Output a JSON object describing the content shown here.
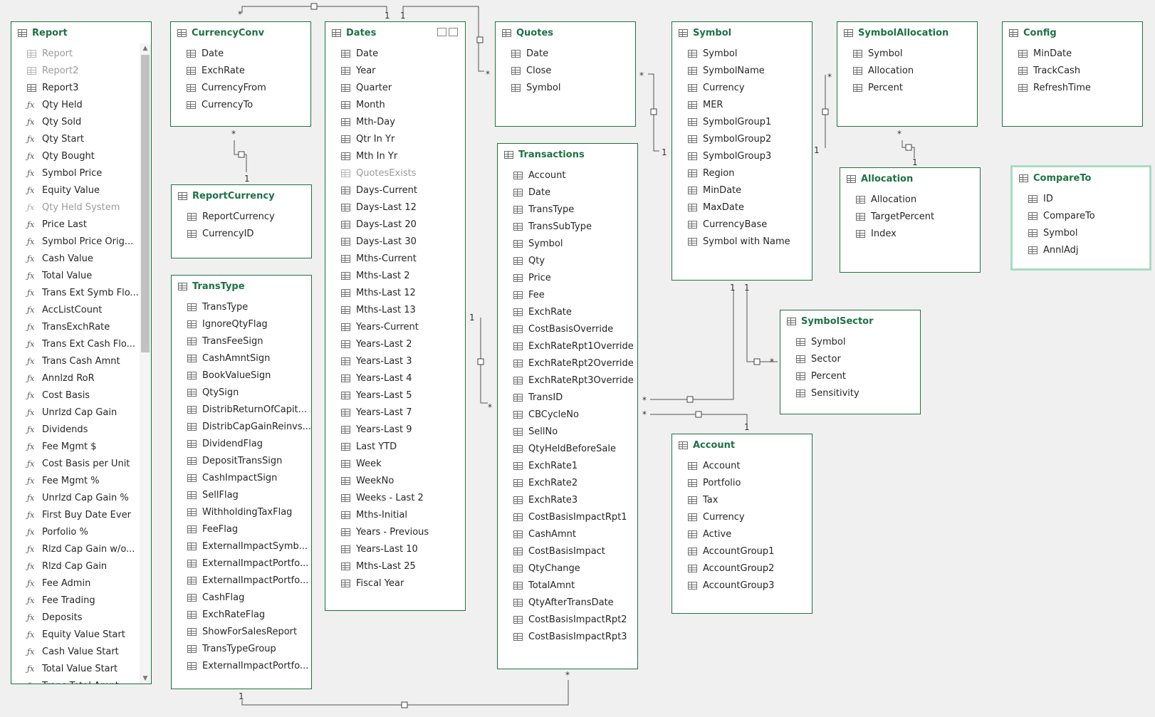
{
  "tables": {
    "report": {
      "title": "Report",
      "fields": [
        {
          "name": "Report",
          "kind": "table",
          "hidden": true
        },
        {
          "name": "Report2",
          "kind": "table",
          "hidden": true
        },
        {
          "name": "Report3",
          "kind": "table",
          "hidden": false
        },
        {
          "name": "Qty Held",
          "kind": "measure",
          "hidden": false
        },
        {
          "name": "Qty Sold",
          "kind": "measure",
          "hidden": false
        },
        {
          "name": "Qty Start",
          "kind": "measure",
          "hidden": false
        },
        {
          "name": "Qty Bought",
          "kind": "measure",
          "hidden": false
        },
        {
          "name": "Symbol Price",
          "kind": "measure",
          "hidden": false
        },
        {
          "name": "Equity Value",
          "kind": "measure",
          "hidden": false
        },
        {
          "name": "Qty Held System",
          "kind": "measure",
          "hidden": true
        },
        {
          "name": "Price Last",
          "kind": "measure",
          "hidden": false
        },
        {
          "name": "Symbol Price Orig...",
          "kind": "measure",
          "hidden": false
        },
        {
          "name": "Cash Value",
          "kind": "measure",
          "hidden": false
        },
        {
          "name": "Total Value",
          "kind": "measure",
          "hidden": false
        },
        {
          "name": "Trans Ext Symb Flo...",
          "kind": "measure",
          "hidden": false
        },
        {
          "name": "AccListCount",
          "kind": "measure",
          "hidden": false
        },
        {
          "name": "TransExchRate",
          "kind": "measure",
          "hidden": false
        },
        {
          "name": "Trans Ext Cash Flo...",
          "kind": "measure",
          "hidden": false
        },
        {
          "name": "Trans Cash Amnt",
          "kind": "measure",
          "hidden": false
        },
        {
          "name": "Annlzd RoR",
          "kind": "measure",
          "hidden": false
        },
        {
          "name": "Cost Basis",
          "kind": "measure",
          "hidden": false
        },
        {
          "name": "Unrlzd Cap Gain",
          "kind": "measure",
          "hidden": false
        },
        {
          "name": "Dividends",
          "kind": "measure",
          "hidden": false
        },
        {
          "name": "Fee Mgmt $",
          "kind": "measure",
          "hidden": false
        },
        {
          "name": "Cost Basis per Unit",
          "kind": "measure",
          "hidden": false
        },
        {
          "name": "Fee Mgmt %",
          "kind": "measure",
          "hidden": false
        },
        {
          "name": "Unrlzd Cap Gain %",
          "kind": "measure",
          "hidden": false
        },
        {
          "name": "First Buy Date Ever",
          "kind": "measure",
          "hidden": false
        },
        {
          "name": "Porfolio %",
          "kind": "measure",
          "hidden": false
        },
        {
          "name": "Rlzd Cap Gain w/o...",
          "kind": "measure",
          "hidden": false
        },
        {
          "name": "Rlzd Cap Gain",
          "kind": "measure",
          "hidden": false
        },
        {
          "name": "Fee Admin",
          "kind": "measure",
          "hidden": false
        },
        {
          "name": "Fee Trading",
          "kind": "measure",
          "hidden": false
        },
        {
          "name": "Deposits",
          "kind": "measure",
          "hidden": false
        },
        {
          "name": "Equity Value Start",
          "kind": "measure",
          "hidden": false
        },
        {
          "name": "Cash Value Start",
          "kind": "measure",
          "hidden": false
        },
        {
          "name": "Total Value Start",
          "kind": "measure",
          "hidden": false
        },
        {
          "name": "Trans Total Amnt",
          "kind": "measure",
          "hidden": false
        }
      ]
    },
    "currencyconv": {
      "title": "CurrencyConv",
      "fields": [
        {
          "name": "Date",
          "kind": "column"
        },
        {
          "name": "ExchRate",
          "kind": "column"
        },
        {
          "name": "CurrencyFrom",
          "kind": "column"
        },
        {
          "name": "CurrencyTo",
          "kind": "column"
        }
      ]
    },
    "reportcurrency": {
      "title": "ReportCurrency",
      "fields": [
        {
          "name": "ReportCurrency",
          "kind": "column"
        },
        {
          "name": "CurrencyID",
          "kind": "column"
        }
      ]
    },
    "transtype": {
      "title": "TransType",
      "fields": [
        {
          "name": "TransType",
          "kind": "column"
        },
        {
          "name": "IgnoreQtyFlag",
          "kind": "column"
        },
        {
          "name": "TransFeeSign",
          "kind": "column"
        },
        {
          "name": "CashAmntSign",
          "kind": "column"
        },
        {
          "name": "BookValueSign",
          "kind": "column"
        },
        {
          "name": "QtySign",
          "kind": "column"
        },
        {
          "name": "DistribReturnOfCapit...",
          "kind": "column"
        },
        {
          "name": "DistribCapGainReinvs...",
          "kind": "column"
        },
        {
          "name": "DividendFlag",
          "kind": "column"
        },
        {
          "name": "DepositTransSign",
          "kind": "column"
        },
        {
          "name": "CashImpactSign",
          "kind": "column"
        },
        {
          "name": "SellFlag",
          "kind": "column"
        },
        {
          "name": "WithholdingTaxFlag",
          "kind": "column"
        },
        {
          "name": "FeeFlag",
          "kind": "column"
        },
        {
          "name": "ExternalImpactSymb...",
          "kind": "column"
        },
        {
          "name": "ExternalImpactPortfo...",
          "kind": "column"
        },
        {
          "name": "ExternalImpactPortfo...",
          "kind": "column"
        },
        {
          "name": "CashFlag",
          "kind": "column"
        },
        {
          "name": "ExchRateFlag",
          "kind": "column"
        },
        {
          "name": "ShowForSalesReport",
          "kind": "column"
        },
        {
          "name": "TransTypeGroup",
          "kind": "column"
        },
        {
          "name": "ExternalImpactPortfo...",
          "kind": "column"
        }
      ]
    },
    "dates": {
      "title": "Dates",
      "fields": [
        {
          "name": "Date",
          "kind": "column"
        },
        {
          "name": "Year",
          "kind": "column"
        },
        {
          "name": "Quarter",
          "kind": "column"
        },
        {
          "name": "Month",
          "kind": "column"
        },
        {
          "name": "Mth-Day",
          "kind": "column"
        },
        {
          "name": "Qtr In Yr",
          "kind": "column"
        },
        {
          "name": "Mth In Yr",
          "kind": "column"
        },
        {
          "name": "QuotesExists",
          "kind": "column",
          "hidden": true
        },
        {
          "name": "Days-Current",
          "kind": "column"
        },
        {
          "name": "Days-Last 12",
          "kind": "column"
        },
        {
          "name": "Days-Last 20",
          "kind": "column"
        },
        {
          "name": "Days-Last 30",
          "kind": "column"
        },
        {
          "name": "Mths-Current",
          "kind": "column"
        },
        {
          "name": "Mths-Last  2",
          "kind": "column"
        },
        {
          "name": "Mths-Last 12",
          "kind": "column"
        },
        {
          "name": "Mths-Last 13",
          "kind": "column"
        },
        {
          "name": "Years-Current",
          "kind": "column"
        },
        {
          "name": "Years-Last 2",
          "kind": "column"
        },
        {
          "name": "Years-Last 3",
          "kind": "column"
        },
        {
          "name": "Years-Last 4",
          "kind": "column"
        },
        {
          "name": "Years-Last 5",
          "kind": "column"
        },
        {
          "name": "Years-Last 7",
          "kind": "column"
        },
        {
          "name": "Years-Last 9",
          "kind": "column"
        },
        {
          "name": "Last YTD",
          "kind": "column"
        },
        {
          "name": "Week",
          "kind": "column"
        },
        {
          "name": "WeekNo",
          "kind": "column"
        },
        {
          "name": "Weeks - Last  2",
          "kind": "column"
        },
        {
          "name": "Mths-Initial",
          "kind": "column"
        },
        {
          "name": "Years - Previous",
          "kind": "column"
        },
        {
          "name": "Years-Last 10",
          "kind": "column"
        },
        {
          "name": "Mths-Last 25",
          "kind": "column"
        },
        {
          "name": "Fiscal Year",
          "kind": "column"
        }
      ]
    },
    "quotes": {
      "title": "Quotes",
      "fields": [
        {
          "name": "Date",
          "kind": "column"
        },
        {
          "name": "Close",
          "kind": "column"
        },
        {
          "name": "Symbol",
          "kind": "column"
        }
      ]
    },
    "transactions": {
      "title": "Transactions",
      "fields": [
        {
          "name": "Account",
          "kind": "column"
        },
        {
          "name": "Date",
          "kind": "column"
        },
        {
          "name": "TransType",
          "kind": "column"
        },
        {
          "name": "TransSubType",
          "kind": "column"
        },
        {
          "name": "Symbol",
          "kind": "column"
        },
        {
          "name": "Qty",
          "kind": "column"
        },
        {
          "name": "Price",
          "kind": "column"
        },
        {
          "name": "Fee",
          "kind": "column"
        },
        {
          "name": "ExchRate",
          "kind": "column"
        },
        {
          "name": "CostBasisOverride",
          "kind": "column"
        },
        {
          "name": "ExchRateRpt1Override",
          "kind": "column"
        },
        {
          "name": "ExchRateRpt2Override",
          "kind": "column"
        },
        {
          "name": "ExchRateRpt3Override",
          "kind": "column"
        },
        {
          "name": "TransID",
          "kind": "column"
        },
        {
          "name": "CBCycleNo",
          "kind": "column"
        },
        {
          "name": "SellNo",
          "kind": "column"
        },
        {
          "name": "QtyHeldBeforeSale",
          "kind": "column"
        },
        {
          "name": "ExchRate1",
          "kind": "column"
        },
        {
          "name": "ExchRate2",
          "kind": "column"
        },
        {
          "name": "ExchRate3",
          "kind": "column"
        },
        {
          "name": "CostBasisImpactRpt1",
          "kind": "column"
        },
        {
          "name": "CashAmnt",
          "kind": "column"
        },
        {
          "name": "CostBasisImpact",
          "kind": "column"
        },
        {
          "name": "QtyChange",
          "kind": "column"
        },
        {
          "name": "TotalAmnt",
          "kind": "column"
        },
        {
          "name": "QtyAfterTransDate",
          "kind": "column"
        },
        {
          "name": "CostBasisImpactRpt2",
          "kind": "column"
        },
        {
          "name": "CostBasisImpactRpt3",
          "kind": "column"
        }
      ]
    },
    "symbol": {
      "title": "Symbol",
      "fields": [
        {
          "name": "Symbol",
          "kind": "column"
        },
        {
          "name": "SymbolName",
          "kind": "column"
        },
        {
          "name": "Currency",
          "kind": "column"
        },
        {
          "name": "MER",
          "kind": "column"
        },
        {
          "name": "SymbolGroup1",
          "kind": "column"
        },
        {
          "name": "SymbolGroup2",
          "kind": "column"
        },
        {
          "name": "SymbolGroup3",
          "kind": "column"
        },
        {
          "name": "Region",
          "kind": "column"
        },
        {
          "name": "MinDate",
          "kind": "column"
        },
        {
          "name": "MaxDate",
          "kind": "column"
        },
        {
          "name": "CurrencyBase",
          "kind": "column"
        },
        {
          "name": "Symbol with Name",
          "kind": "column"
        }
      ]
    },
    "symbolallocation": {
      "title": "SymbolAllocation",
      "fields": [
        {
          "name": "Symbol",
          "kind": "column"
        },
        {
          "name": "Allocation",
          "kind": "column"
        },
        {
          "name": "Percent",
          "kind": "column"
        }
      ]
    },
    "config": {
      "title": "Config",
      "fields": [
        {
          "name": "MinDate",
          "kind": "column"
        },
        {
          "name": "TrackCash",
          "kind": "column"
        },
        {
          "name": "RefreshTime",
          "kind": "column"
        }
      ]
    },
    "allocation": {
      "title": "Allocation",
      "fields": [
        {
          "name": "Allocation",
          "kind": "column"
        },
        {
          "name": "TargetPercent",
          "kind": "column"
        },
        {
          "name": "Index",
          "kind": "column"
        }
      ]
    },
    "compareto": {
      "title": "CompareTo",
      "fields": [
        {
          "name": "ID",
          "kind": "column"
        },
        {
          "name": "CompareTo",
          "kind": "column"
        },
        {
          "name": "Symbol",
          "kind": "column"
        },
        {
          "name": "AnnlAdj",
          "kind": "column"
        }
      ]
    },
    "symbolsector": {
      "title": "SymbolSector",
      "fields": [
        {
          "name": "Symbol",
          "kind": "column"
        },
        {
          "name": "Sector",
          "kind": "column"
        },
        {
          "name": "Percent",
          "kind": "column"
        },
        {
          "name": "Sensitivity",
          "kind": "column"
        }
      ]
    },
    "account": {
      "title": "Account",
      "fields": [
        {
          "name": "Account",
          "kind": "column"
        },
        {
          "name": "Portfolio",
          "kind": "column"
        },
        {
          "name": "Tax",
          "kind": "column"
        },
        {
          "name": "Currency",
          "kind": "column"
        },
        {
          "name": "Active",
          "kind": "column"
        },
        {
          "name": "AccountGroup1",
          "kind": "column"
        },
        {
          "name": "AccountGroup2",
          "kind": "column"
        },
        {
          "name": "AccountGroup3",
          "kind": "column"
        }
      ]
    }
  },
  "relationship_labels": {
    "one": "1",
    "many": "*"
  },
  "icons": {
    "table": "table-icon",
    "measure": "measure-icon",
    "measure_glyph": "ƒx",
    "scroll_up": "▲",
    "scroll_down": "▼"
  },
  "colors": {
    "table_title": "#1e7145",
    "table_border": "#1e7145",
    "selected_border": "#a8dcc4",
    "canvas": "#f0f0f0"
  }
}
